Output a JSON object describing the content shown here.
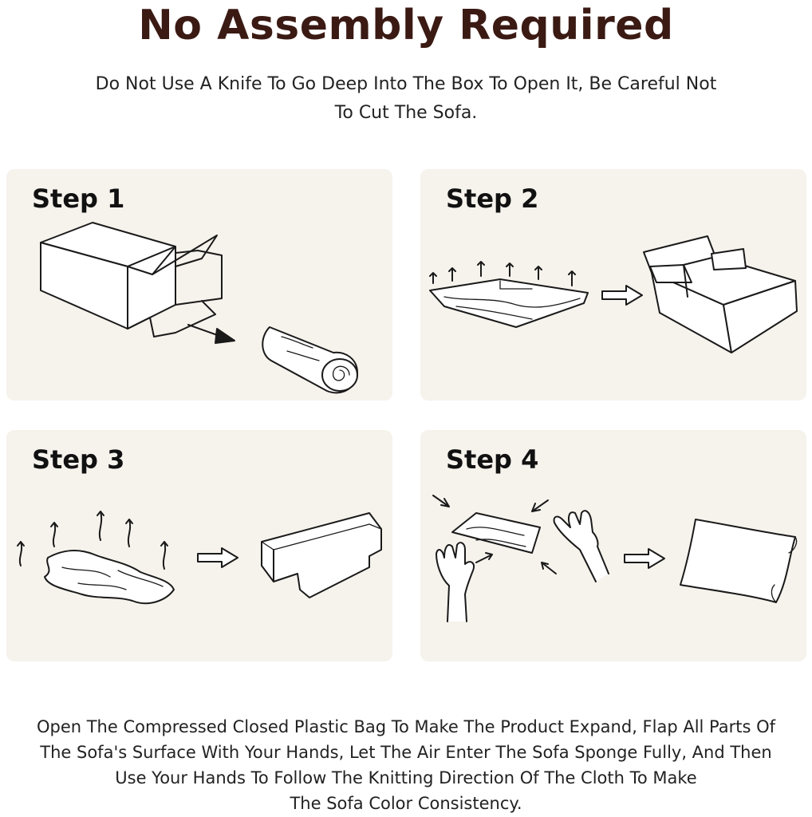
{
  "header": {
    "title": "No Assembly Required",
    "subtitle_line1": "Do Not Use A Knife To Go Deep Into The Box To Open It, Be Careful Not",
    "subtitle_line2": "To Cut The Sofa."
  },
  "steps": [
    {
      "label": "Step 1",
      "icon": "box-and-rolled-sofa-icon"
    },
    {
      "label": "Step 2",
      "icon": "compressed-bag-to-chaise-icon"
    },
    {
      "label": "Step 3",
      "icon": "expanding-foam-to-cushion-icon"
    },
    {
      "label": "Step 4",
      "icon": "hands-patting-to-pillow-icon"
    }
  ],
  "footer": {
    "line1": "Open The Compressed Closed Plastic Bag To Make The Product Expand,  Flap All Parts Of",
    "line2": "The Sofa's Surface With Your Hands, Let The Air Enter The Sofa Sponge Fully, And Then",
    "line3": "Use Your Hands To Follow The Knitting Direction Of The Cloth To Make",
    "line4": "The Sofa Color Consistency."
  },
  "colors": {
    "title": "#3b1a14",
    "panel_bg": "#f6f2ec"
  }
}
